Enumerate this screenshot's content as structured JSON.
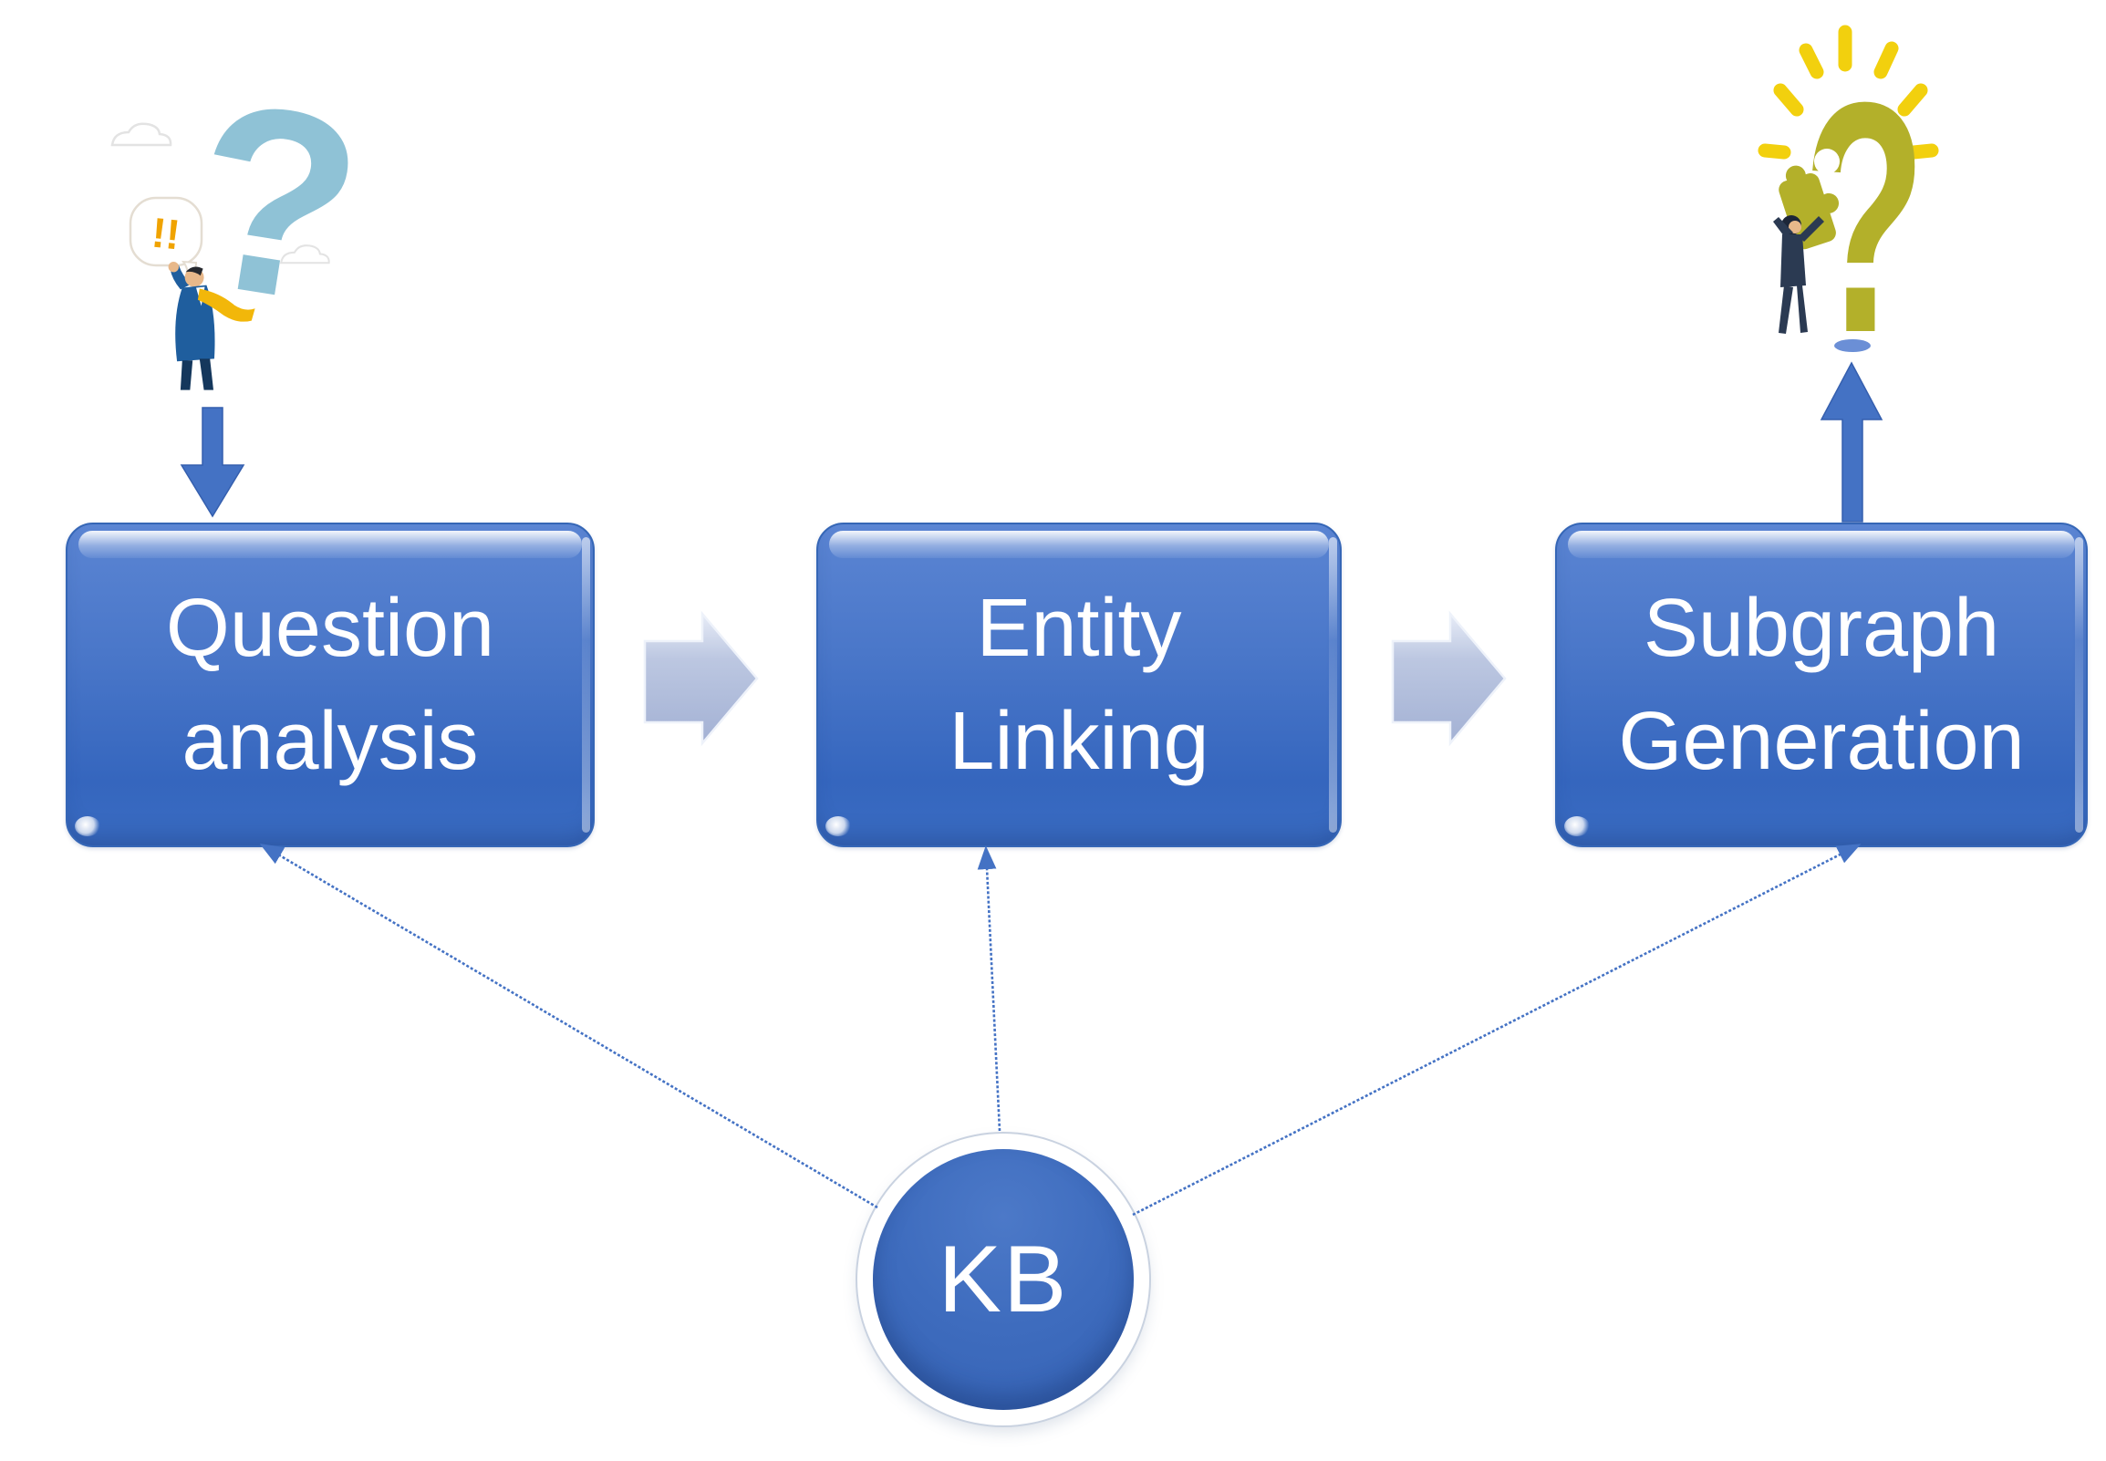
{
  "flow": {
    "boxes": [
      {
        "id": "question-analysis",
        "line1": "Question",
        "line2": "analysis"
      },
      {
        "id": "entity-linking",
        "line1": "Entity",
        "line2": "Linking"
      },
      {
        "id": "subgraph-generation",
        "line1": "Subgraph",
        "line2": "Generation"
      }
    ],
    "kb": {
      "label": "KB"
    },
    "connectors": [
      {
        "from": "kb",
        "to": "question-analysis"
      },
      {
        "from": "kb",
        "to": "entity-linking"
      },
      {
        "from": "kb",
        "to": "subgraph-generation"
      }
    ],
    "step_arrows": [
      {
        "from": "question-analysis",
        "to": "entity-linking"
      },
      {
        "from": "entity-linking",
        "to": "subgraph-generation"
      }
    ]
  },
  "illustrations": {
    "left": {
      "name": "person-asking-question",
      "question_mark_glyph": "?",
      "bubble_text": "!!"
    },
    "right": {
      "name": "person-with-idea-question-mark",
      "question_mark_glyph": "?"
    }
  },
  "colors": {
    "box_gradient_top": "#5b85d3",
    "box_gradient_bottom": "#3566be",
    "box_border": "#3566b6",
    "block_arrow": "#4472c4",
    "gray_arrow_top": "#e4eaf5",
    "gray_arrow_bottom": "#a6b4d6",
    "connector_line": "#4472c4",
    "kb_fill": "#3e6cbe",
    "left_question_mark": "#8fc2d6",
    "right_question_mark": "#b3b02a",
    "idea_rays": "#f2d00e",
    "text": "#ffffff"
  }
}
